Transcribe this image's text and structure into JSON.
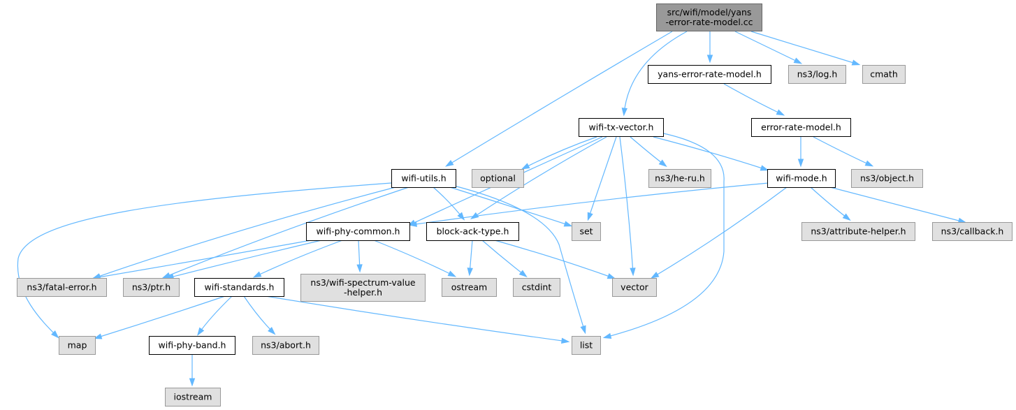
{
  "colors": {
    "root_fill": "#999999",
    "root_stroke": "#666666",
    "documented_fill": "#ffffff",
    "documented_stroke": "#000000",
    "external_fill": "#e0e0e0",
    "external_stroke": "#999999",
    "edge": "#63b8ff"
  },
  "nodes": [
    {
      "id": "root",
      "kind": "root",
      "lines": [
        "src/wifi/model/yans",
        "-error-rate-model.cc"
      ]
    },
    {
      "id": "yans_h",
      "kind": "documented",
      "lines": [
        "yans-error-rate-model.h"
      ]
    },
    {
      "id": "log_h",
      "kind": "external",
      "lines": [
        "ns3/log.h"
      ]
    },
    {
      "id": "cmath",
      "kind": "external",
      "lines": [
        "cmath"
      ]
    },
    {
      "id": "txvec",
      "kind": "documented",
      "lines": [
        "wifi-tx-vector.h"
      ]
    },
    {
      "id": "erm",
      "kind": "documented",
      "lines": [
        "error-rate-model.h"
      ]
    },
    {
      "id": "utils",
      "kind": "documented",
      "lines": [
        "wifi-utils.h"
      ]
    },
    {
      "id": "optional",
      "kind": "external",
      "lines": [
        "optional"
      ]
    },
    {
      "id": "heru",
      "kind": "external",
      "lines": [
        "ns3/he-ru.h"
      ]
    },
    {
      "id": "mode",
      "kind": "documented",
      "lines": [
        "wifi-mode.h"
      ]
    },
    {
      "id": "object",
      "kind": "external",
      "lines": [
        "ns3/object.h"
      ]
    },
    {
      "id": "common",
      "kind": "documented",
      "lines": [
        "wifi-phy-common.h"
      ]
    },
    {
      "id": "bat",
      "kind": "documented",
      "lines": [
        "block-ack-type.h"
      ]
    },
    {
      "id": "set",
      "kind": "external",
      "lines": [
        "set"
      ]
    },
    {
      "id": "attr",
      "kind": "external",
      "lines": [
        "ns3/attribute-helper.h"
      ]
    },
    {
      "id": "callback",
      "kind": "external",
      "lines": [
        "ns3/callback.h"
      ]
    },
    {
      "id": "fatal",
      "kind": "external",
      "lines": [
        "ns3/fatal-error.h"
      ]
    },
    {
      "id": "ptr",
      "kind": "external",
      "lines": [
        "ns3/ptr.h"
      ]
    },
    {
      "id": "standards",
      "kind": "documented",
      "lines": [
        "wifi-standards.h"
      ]
    },
    {
      "id": "spectrum",
      "kind": "external",
      "lines": [
        "ns3/wifi-spectrum-value",
        "-helper.h"
      ]
    },
    {
      "id": "ostream",
      "kind": "external",
      "lines": [
        "ostream"
      ]
    },
    {
      "id": "cstdint",
      "kind": "external",
      "lines": [
        "cstdint"
      ]
    },
    {
      "id": "vector",
      "kind": "external",
      "lines": [
        "vector"
      ]
    },
    {
      "id": "map",
      "kind": "external",
      "lines": [
        "map"
      ]
    },
    {
      "id": "band",
      "kind": "documented",
      "lines": [
        "wifi-phy-band.h"
      ]
    },
    {
      "id": "abort",
      "kind": "external",
      "lines": [
        "ns3/abort.h"
      ]
    },
    {
      "id": "list",
      "kind": "external",
      "lines": [
        "list"
      ]
    },
    {
      "id": "iostream",
      "kind": "external",
      "lines": [
        "iostream"
      ]
    }
  ],
  "edges": [
    {
      "from": "root",
      "to": "yans_h"
    },
    {
      "from": "root",
      "to": "log_h"
    },
    {
      "from": "root",
      "to": "cmath"
    },
    {
      "from": "root",
      "to": "txvec"
    },
    {
      "from": "root",
      "to": "utils"
    },
    {
      "from": "yans_h",
      "to": "erm"
    },
    {
      "from": "erm",
      "to": "mode"
    },
    {
      "from": "erm",
      "to": "object"
    },
    {
      "from": "txvec",
      "to": "optional"
    },
    {
      "from": "txvec",
      "to": "heru"
    },
    {
      "from": "txvec",
      "to": "mode"
    },
    {
      "from": "txvec",
      "to": "common"
    },
    {
      "from": "txvec",
      "to": "bat"
    },
    {
      "from": "txvec",
      "to": "set"
    },
    {
      "from": "txvec",
      "to": "vector"
    },
    {
      "from": "txvec",
      "to": "list"
    },
    {
      "from": "utils",
      "to": "bat"
    },
    {
      "from": "utils",
      "to": "set"
    },
    {
      "from": "utils",
      "to": "fatal"
    },
    {
      "from": "utils",
      "to": "ptr"
    },
    {
      "from": "utils",
      "to": "map"
    },
    {
      "from": "utils",
      "to": "list"
    },
    {
      "from": "mode",
      "to": "common"
    },
    {
      "from": "mode",
      "to": "attr"
    },
    {
      "from": "mode",
      "to": "callback"
    },
    {
      "from": "mode",
      "to": "vector"
    },
    {
      "from": "common",
      "to": "fatal"
    },
    {
      "from": "common",
      "to": "ptr"
    },
    {
      "from": "common",
      "to": "standards"
    },
    {
      "from": "common",
      "to": "spectrum"
    },
    {
      "from": "common",
      "to": "ostream"
    },
    {
      "from": "bat",
      "to": "ostream"
    },
    {
      "from": "bat",
      "to": "cstdint"
    },
    {
      "from": "bat",
      "to": "vector"
    },
    {
      "from": "standards",
      "to": "map"
    },
    {
      "from": "standards",
      "to": "band"
    },
    {
      "from": "standards",
      "to": "abort"
    },
    {
      "from": "standards",
      "to": "list"
    },
    {
      "from": "band",
      "to": "iostream"
    }
  ]
}
